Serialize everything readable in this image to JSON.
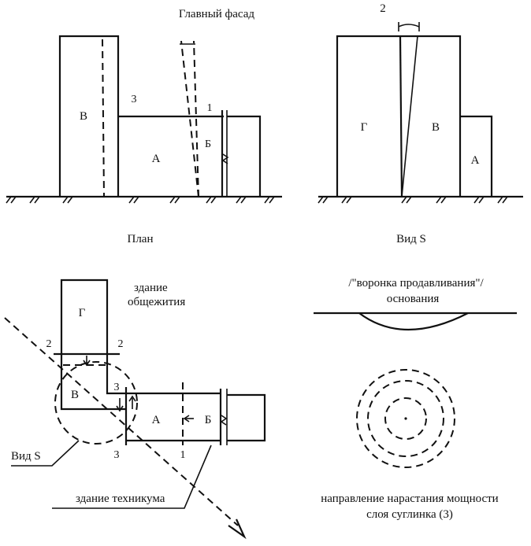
{
  "titles": {
    "main_facade": "Главный фасад",
    "plan": "План",
    "view_s": "Вид S"
  },
  "facade_left": {
    "block_b": "В",
    "block_a": "А",
    "block_v_small": "Б",
    "mark_3": "3",
    "mark_1": "1"
  },
  "facade_right": {
    "mark_2": "2",
    "block_g": "Г",
    "block_v": "В",
    "block_a": "А"
  },
  "plan": {
    "dorm_label_line1": "здание",
    "dorm_label_line2": "общежития",
    "block_g": "Г",
    "block_v": "В",
    "block_a": "А",
    "block_b": "Б",
    "mark_2_left": "2",
    "mark_2_right": "2",
    "mark_3_top": "3",
    "mark_3_bottom": "3",
    "mark_1": "1",
    "vid_s": "Вид S",
    "technikum": "здание техникума"
  },
  "view_s": {
    "funnel_line1": "/\"воронка продавливания\"/",
    "funnel_line2": "основания",
    "direction_line1": "направление нарастания мощности",
    "direction_line2": "слоя суглинка (3)"
  }
}
